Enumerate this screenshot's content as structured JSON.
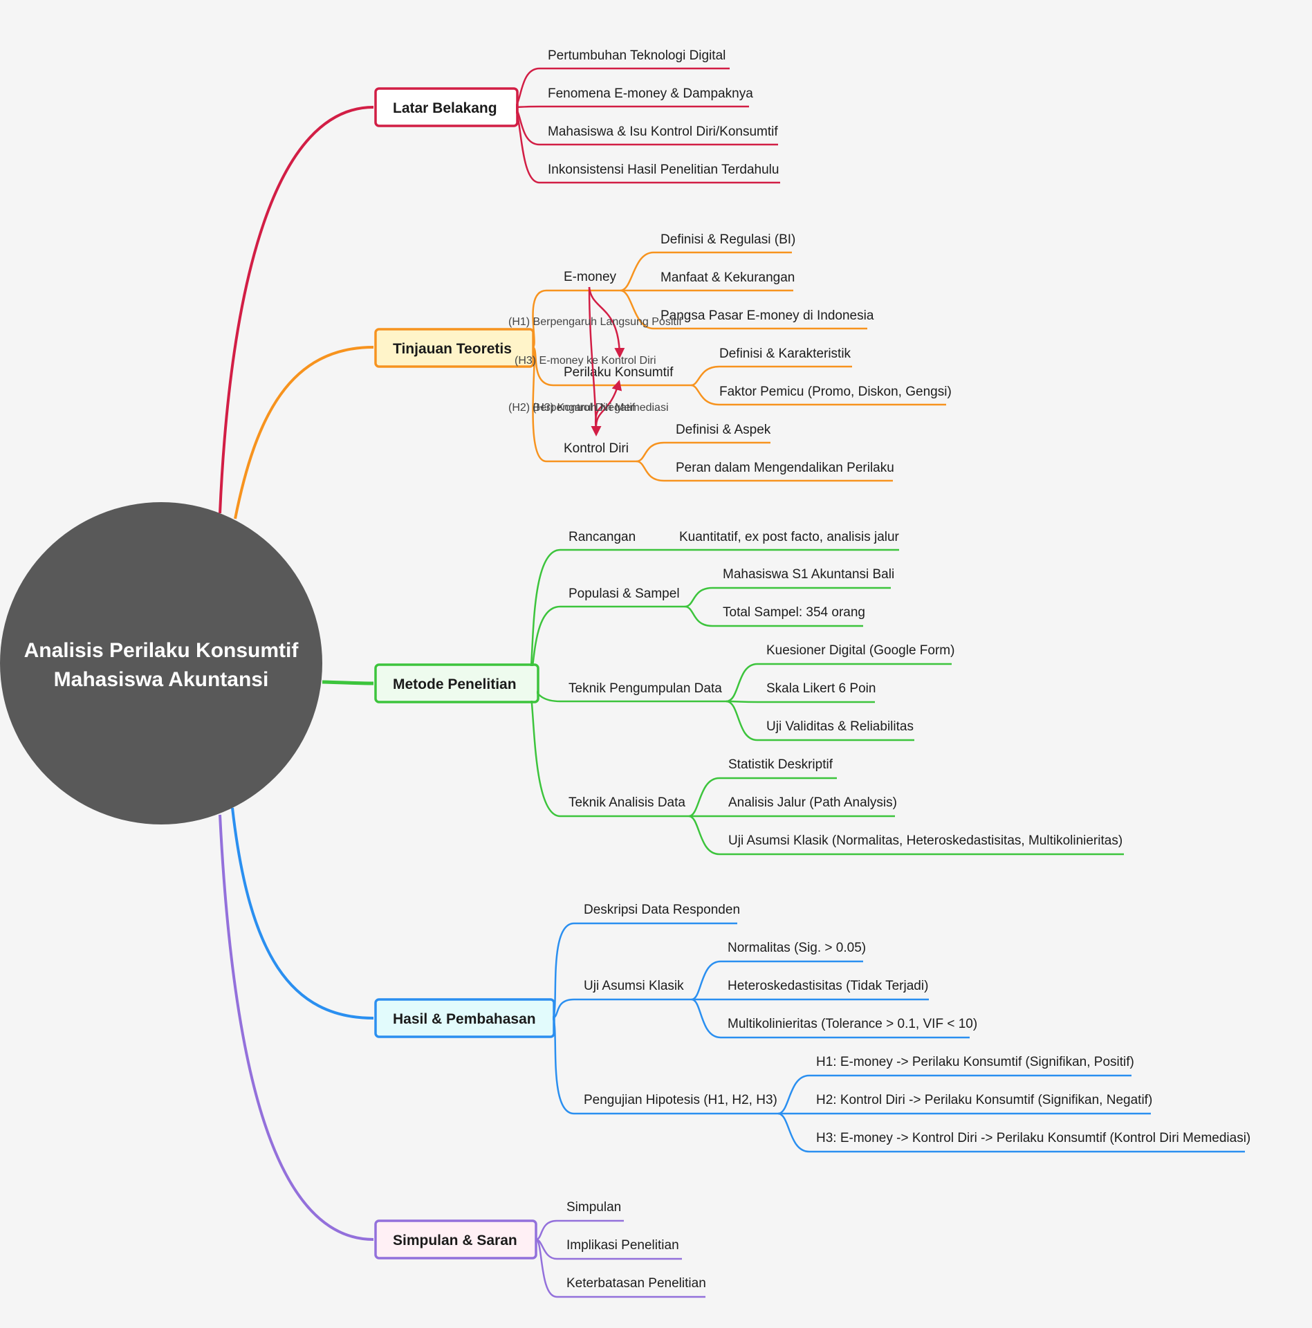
{
  "center": {
    "title_line1": "Analisis Perilaku Konsumtif",
    "title_line2": "Mahasiswa Akuntansi",
    "color": "#595959"
  },
  "branches": [
    {
      "key": "latar",
      "label": "Latar Belakang",
      "color": "#d21e45",
      "fill": "#ffffff",
      "items": [
        {
          "key": "pertumbuhan",
          "label": "Pertumbuhan Teknologi Digital"
        },
        {
          "key": "fenomena",
          "label": "Fenomena E-money & Dampaknya"
        },
        {
          "key": "isu",
          "label": "Mahasiswa & Isu Kontrol Diri/Konsumtif"
        },
        {
          "key": "inkonsistensi",
          "label": "Inkonsistensi Hasil Penelitian Terdahulu"
        }
      ]
    },
    {
      "key": "tinjauan",
      "label": "Tinjauan Teoretis",
      "color": "#f7931e",
      "fill": "#fff4c9",
      "items": [
        {
          "key": "emoney",
          "label": "E-money",
          "children": [
            {
              "key": "definisi-bi",
              "label": "Definisi & Regulasi (BI)"
            },
            {
              "key": "manfaat",
              "label": "Manfaat & Kekurangan"
            },
            {
              "key": "pangsa",
              "label": "Pangsa Pasar E-money di Indonesia"
            }
          ]
        },
        {
          "key": "perilaku",
          "label": "Perilaku Konsumtif",
          "children": [
            {
              "key": "definisi-karakteristik",
              "label": "Definisi & Karakteristik"
            },
            {
              "key": "pemicu",
              "label": "Faktor Pemicu (Promo, Diskon, Gengsi)"
            }
          ]
        },
        {
          "key": "kontrol",
          "label": "Kontrol Diri",
          "children": [
            {
              "key": "definisi-aspek",
              "label": "Definisi & Aspek"
            },
            {
              "key": "peran",
              "label": "Peran dalam Mengendalikan Perilaku"
            }
          ]
        }
      ]
    },
    {
      "key": "metode",
      "label": "Metode Penelitian",
      "color": "#3cc43c",
      "fill": "#eefbee",
      "items": [
        {
          "key": "rancangan",
          "label": "Rancangan",
          "children": [
            {
              "key": "kuantitatif",
              "label": "Kuantitatif, ex post facto, analisis jalur"
            }
          ]
        },
        {
          "key": "populasi",
          "label": "Populasi & Sampel",
          "children": [
            {
              "key": "mahasiswa-s1",
              "label": "Mahasiswa S1 Akuntansi Bali"
            },
            {
              "key": "total-sampel",
              "label": "Total Sampel: 354 orang"
            }
          ]
        },
        {
          "key": "pengumpulan",
          "label": "Teknik Pengumpulan Data",
          "children": [
            {
              "key": "kuesioner",
              "label": "Kuesioner Digital (Google Form)"
            },
            {
              "key": "likert",
              "label": "Skala Likert 6 Poin"
            },
            {
              "key": "validitas",
              "label": "Uji Validitas & Reliabilitas"
            }
          ]
        },
        {
          "key": "analisis",
          "label": "Teknik Analisis Data",
          "children": [
            {
              "key": "deskriptif",
              "label": "Statistik Deskriptif"
            },
            {
              "key": "jalur",
              "label": "Analisis Jalur (Path Analysis)"
            },
            {
              "key": "asumsi",
              "label": "Uji Asumsi Klasik (Normalitas, Heteroskedastisitas, Multikolinieritas)"
            }
          ]
        }
      ]
    },
    {
      "key": "hasil",
      "label": "Hasil & Pembahasan",
      "color": "#2a8ff0",
      "fill": "#e2fbfc",
      "items": [
        {
          "key": "deskripsi",
          "label": "Deskripsi Data Responden"
        },
        {
          "key": "uji-asumsi",
          "label": "Uji Asumsi Klasik",
          "children": [
            {
              "key": "normalitas",
              "label": "Normalitas (Sig. > 0.05)"
            },
            {
              "key": "hetero",
              "label": "Heteroskedastisitas (Tidak Terjadi)"
            },
            {
              "key": "multiko",
              "label": "Multikolinieritas (Tolerance > 0.1, VIF < 10)"
            }
          ]
        },
        {
          "key": "hipotesis",
          "label": "Pengujian Hipotesis (H1, H2, H3)",
          "children": [
            {
              "key": "h1",
              "label": "H1: E-money -> Perilaku Konsumtif (Signifikan, Positif)"
            },
            {
              "key": "h2",
              "label": "H2: Kontrol Diri -> Perilaku Konsumtif (Signifikan, Negatif)"
            },
            {
              "key": "h3",
              "label": "H3: E-money -> Kontrol Diri -> Perilaku Konsumtif (Kontrol Diri Memediasi)"
            }
          ]
        }
      ]
    },
    {
      "key": "simpulan",
      "label": "Simpulan & Saran",
      "color": "#9370db",
      "fill": "#fff0f5",
      "items": [
        {
          "key": "simpulan-item",
          "label": "Simpulan"
        },
        {
          "key": "implikasi",
          "label": "Implikasi Penelitian"
        },
        {
          "key": "keterbatasan",
          "label": "Keterbatasan Penelitian"
        }
      ]
    }
  ],
  "relationships": {
    "color": "#d21e45",
    "items": [
      {
        "key": "h1",
        "label": "(H1) Berpengaruh Langsung Positif"
      },
      {
        "key": "h3a",
        "label": "(H3) E-money ke Kontrol Diri"
      },
      {
        "key": "h2",
        "label": "(H2) Berpengaruh Negatif"
      },
      {
        "key": "h3b",
        "label": "(H3) Kontrol Diri Memediasi"
      }
    ]
  }
}
